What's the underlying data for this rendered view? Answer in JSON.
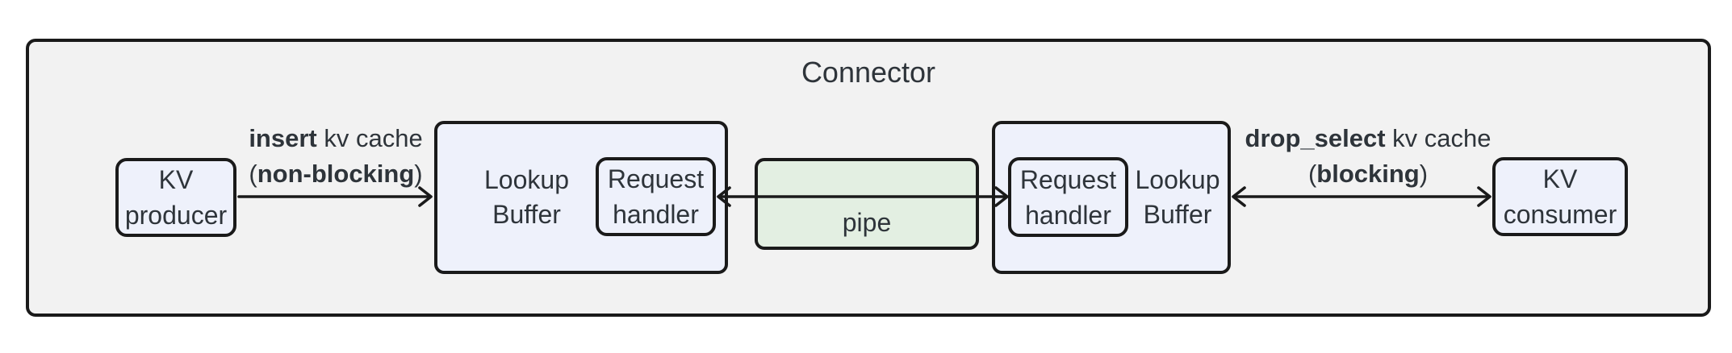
{
  "title": "Connector",
  "colors": {
    "background": "#ffffff",
    "container_fill": "#f2f2f2",
    "node_fill": "#eef1fb",
    "pipe_fill": "#e3efe2",
    "border": "#1a1a1a",
    "text": "#2e343a"
  },
  "nodes": {
    "kv_producer": {
      "line1": "KV",
      "line2": "producer"
    },
    "lookup_buffer_left": {
      "line1": "Lookup",
      "line2": "Buffer"
    },
    "request_handler_left": {
      "line1": "Request",
      "line2": "handler"
    },
    "pipe": {
      "label": "pipe"
    },
    "request_handler_right": {
      "line1": "Request",
      "line2": "handler"
    },
    "lookup_buffer_right": {
      "line1": "Lookup",
      "line2": "Buffer"
    },
    "kv_consumer": {
      "line1": "KV",
      "line2": "consumer"
    }
  },
  "edges": {
    "insert": {
      "method": "insert",
      "suffix": " kv cache",
      "paren_open": "(",
      "mode": "non-blocking",
      "paren_close": ")"
    },
    "drop_select": {
      "method": "drop_select",
      "suffix": " kv cache",
      "paren_open": "(",
      "mode": "blocking",
      "paren_close": ")"
    }
  }
}
